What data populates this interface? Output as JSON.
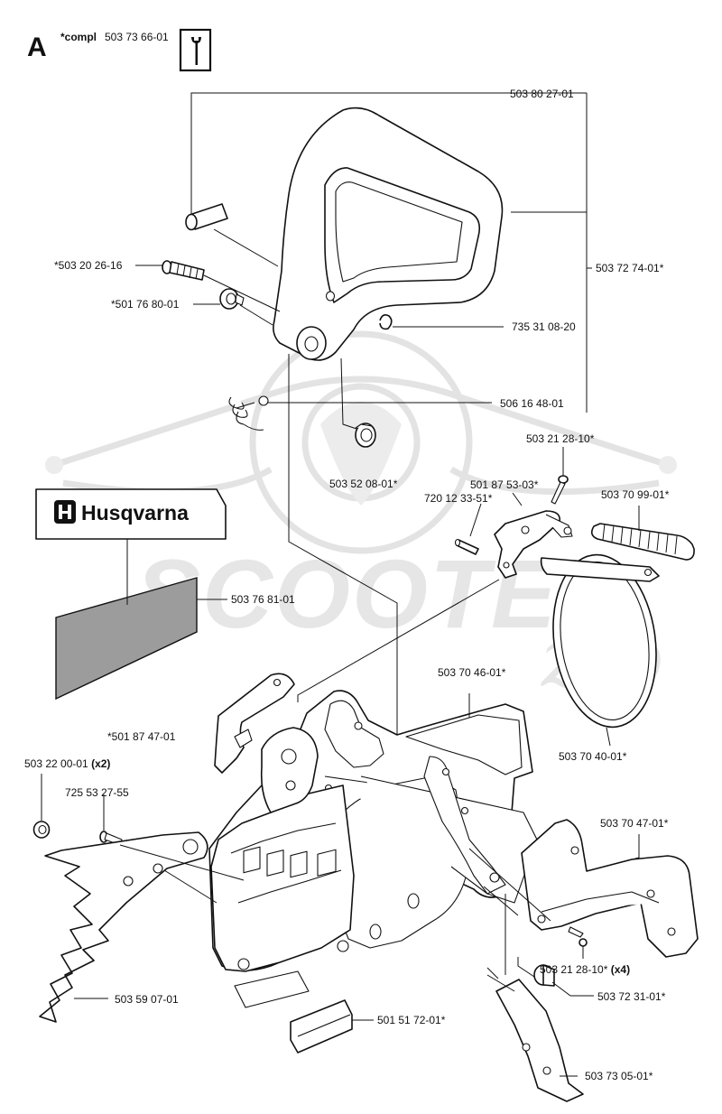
{
  "header": {
    "section_letter": "A",
    "compl_prefix": "*compl",
    "compl_number": "503 73 66-01",
    "tool_icon": "wrench-screwdriver-icon"
  },
  "brand": {
    "name": "Husqvarna",
    "logo_icon": "husqvarna-crown-icon",
    "watermark_text": "SCOOTER",
    "watermark_script": "zip"
  },
  "parts": [
    {
      "id": "503 80 27-01",
      "qty": ""
    },
    {
      "id": "*503 20 26-16",
      "qty": ""
    },
    {
      "id": "*501 76 80-01",
      "qty": ""
    },
    {
      "id": "503 72 74-01*",
      "qty": ""
    },
    {
      "id": "735 31 08-20",
      "qty": ""
    },
    {
      "id": "506 16 48-01",
      "qty": ""
    },
    {
      "id": "503 52 08-01*",
      "qty": ""
    },
    {
      "id": "503 21 28-10*",
      "qty": ""
    },
    {
      "id": "501 87 53-03*",
      "qty": ""
    },
    {
      "id": "720 12 33-51*",
      "qty": ""
    },
    {
      "id": "503 70 99-01*",
      "qty": ""
    },
    {
      "id": "503 76 81-01",
      "qty": ""
    },
    {
      "id": "503 70 46-01*",
      "qty": ""
    },
    {
      "id": "*501 87 47-01",
      "qty": ""
    },
    {
      "id": "503 70 40-01*",
      "qty": ""
    },
    {
      "id": "503 22 00-01",
      "qty": "(x2)"
    },
    {
      "id": "725 53 27-55",
      "qty": ""
    },
    {
      "id": "503 70 47-01*",
      "qty": ""
    },
    {
      "id": "503 21 28-10*",
      "qty": "(x4)"
    },
    {
      "id": "503 59 07-01",
      "qty": ""
    },
    {
      "id": "503 72 31-01*",
      "qty": ""
    },
    {
      "id": "501 51 72-01*",
      "qty": ""
    },
    {
      "id": "503 73 05-01*",
      "qty": ""
    }
  ]
}
